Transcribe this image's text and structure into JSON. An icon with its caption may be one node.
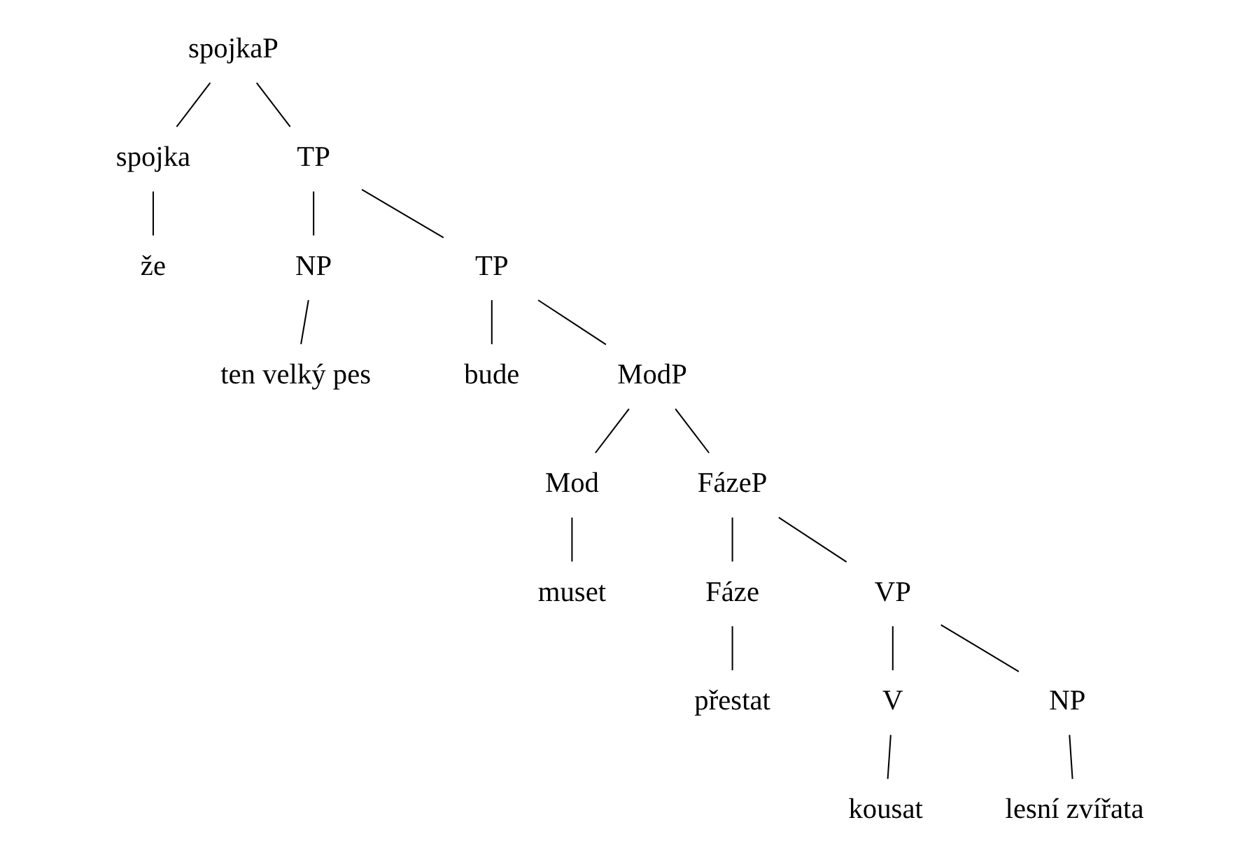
{
  "diagram": {
    "nodes": [
      {
        "text": [
          "spojkaP"
        ]
      },
      {
        "text": [
          "spojka"
        ]
      },
      {
        "text": [
          "TP"
        ]
      },
      {
        "text": [
          "že"
        ]
      },
      {
        "text": [
          "NP"
        ]
      },
      {
        "text": [
          "TP"
        ]
      },
      {
        "text": [
          "ten velký pes"
        ]
      },
      {
        "text": [
          "bude"
        ]
      },
      {
        "text": [
          "ModP"
        ]
      },
      {
        "text": [
          "Mod"
        ]
      },
      {
        "text": [
          "FázeP"
        ]
      },
      {
        "text": [
          "muset"
        ]
      },
      {
        "text": [
          "Fáze"
        ]
      },
      {
        "text": [
          "VP"
        ]
      },
      {
        "text": [
          "přestat"
        ]
      },
      {
        "text": [
          "V"
        ]
      },
      {
        "text": [
          "NP"
        ]
      },
      {
        "text": [
          "kousat"
        ]
      },
      {
        "text": [
          "lesní zvířata"
        ]
      }
    ],
    "edges": [
      {
        "from": 0,
        "to": 1,
        "arrow": "none"
      },
      {
        "from": 0,
        "to": 2,
        "arrow": "none"
      },
      {
        "from": 1,
        "to": 3,
        "arrow": "none"
      },
      {
        "from": 2,
        "to": 4,
        "arrow": "none"
      },
      {
        "from": 2,
        "to": 5,
        "arrow": "none"
      },
      {
        "from": 4,
        "to": 6,
        "arrow": "none"
      },
      {
        "from": 5,
        "to": 7,
        "arrow": "none"
      },
      {
        "from": 5,
        "to": 8,
        "arrow": "none"
      },
      {
        "from": 8,
        "to": 9,
        "arrow": "none"
      },
      {
        "from": 8,
        "to": 10,
        "arrow": "none"
      },
      {
        "from": 9,
        "to": 11,
        "arrow": "none"
      },
      {
        "from": 10,
        "to": 12,
        "arrow": "none"
      },
      {
        "from": 10,
        "to": 13,
        "arrow": "none"
      },
      {
        "from": 12,
        "to": 14,
        "arrow": "none"
      },
      {
        "from": 13,
        "to": 15,
        "arrow": "none"
      },
      {
        "from": 13,
        "to": 16,
        "arrow": "none"
      },
      {
        "from": 15,
        "to": 17,
        "arrow": "none"
      },
      {
        "from": 16,
        "to": 18,
        "arrow": "none"
      }
    ]
  }
}
